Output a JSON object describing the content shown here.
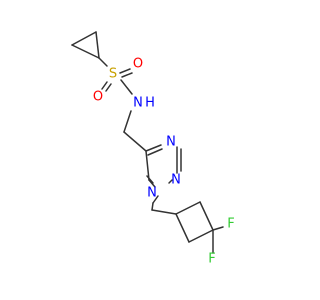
{
  "colors": {
    "bond": "#333333",
    "S": "#C8A100",
    "O": "#FF0000",
    "N": "#0000FF",
    "F": "#33CC33",
    "background": "#ffffff"
  },
  "atoms": {
    "S": "S",
    "O1": "O",
    "O2": "O",
    "NH": "N",
    "H": "H",
    "N_triazole_1": "N",
    "N_triazole_2": "N",
    "N_triazole_3": "N",
    "F1": "F",
    "F2": "F"
  }
}
